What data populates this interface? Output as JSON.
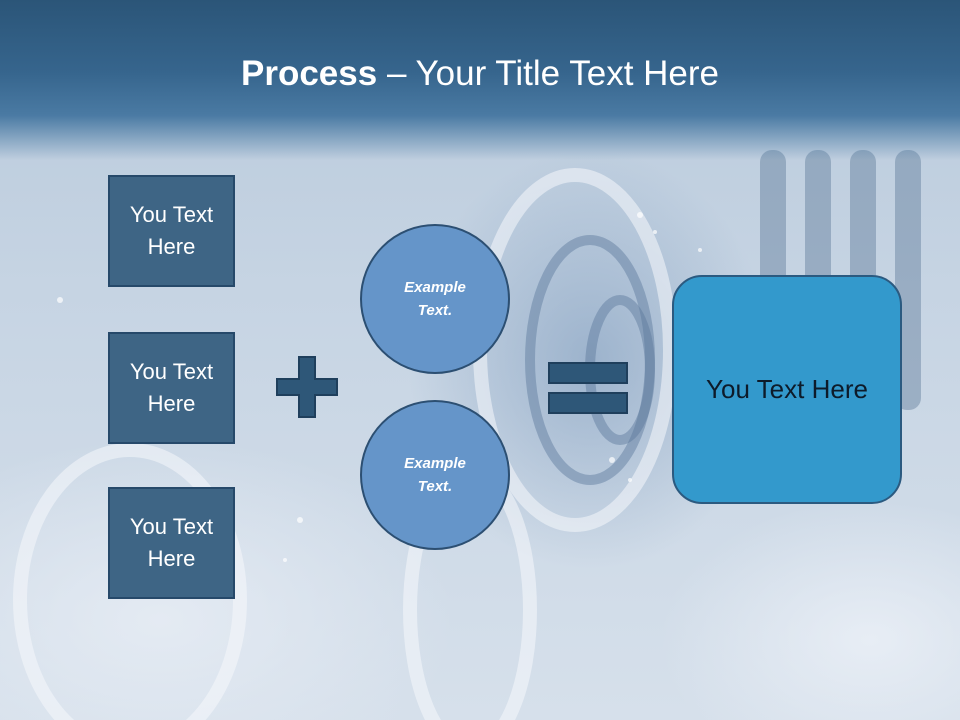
{
  "title": {
    "bold": "Process",
    "rest": " – Your Title Text Here"
  },
  "left_boxes": [
    "You Text Here",
    "You Text Here",
    "You Text Here"
  ],
  "circles": [
    "Example Text.",
    "Example Text."
  ],
  "result": "You Text Here",
  "colors": {
    "header": "#36658d",
    "box_fill": "#3e6585",
    "circle_fill": "#6595c9",
    "result_fill": "#3399cc",
    "operator_fill": "#2e5778"
  },
  "icons": {
    "plus": "plus-icon",
    "equals": "equals-icon"
  }
}
